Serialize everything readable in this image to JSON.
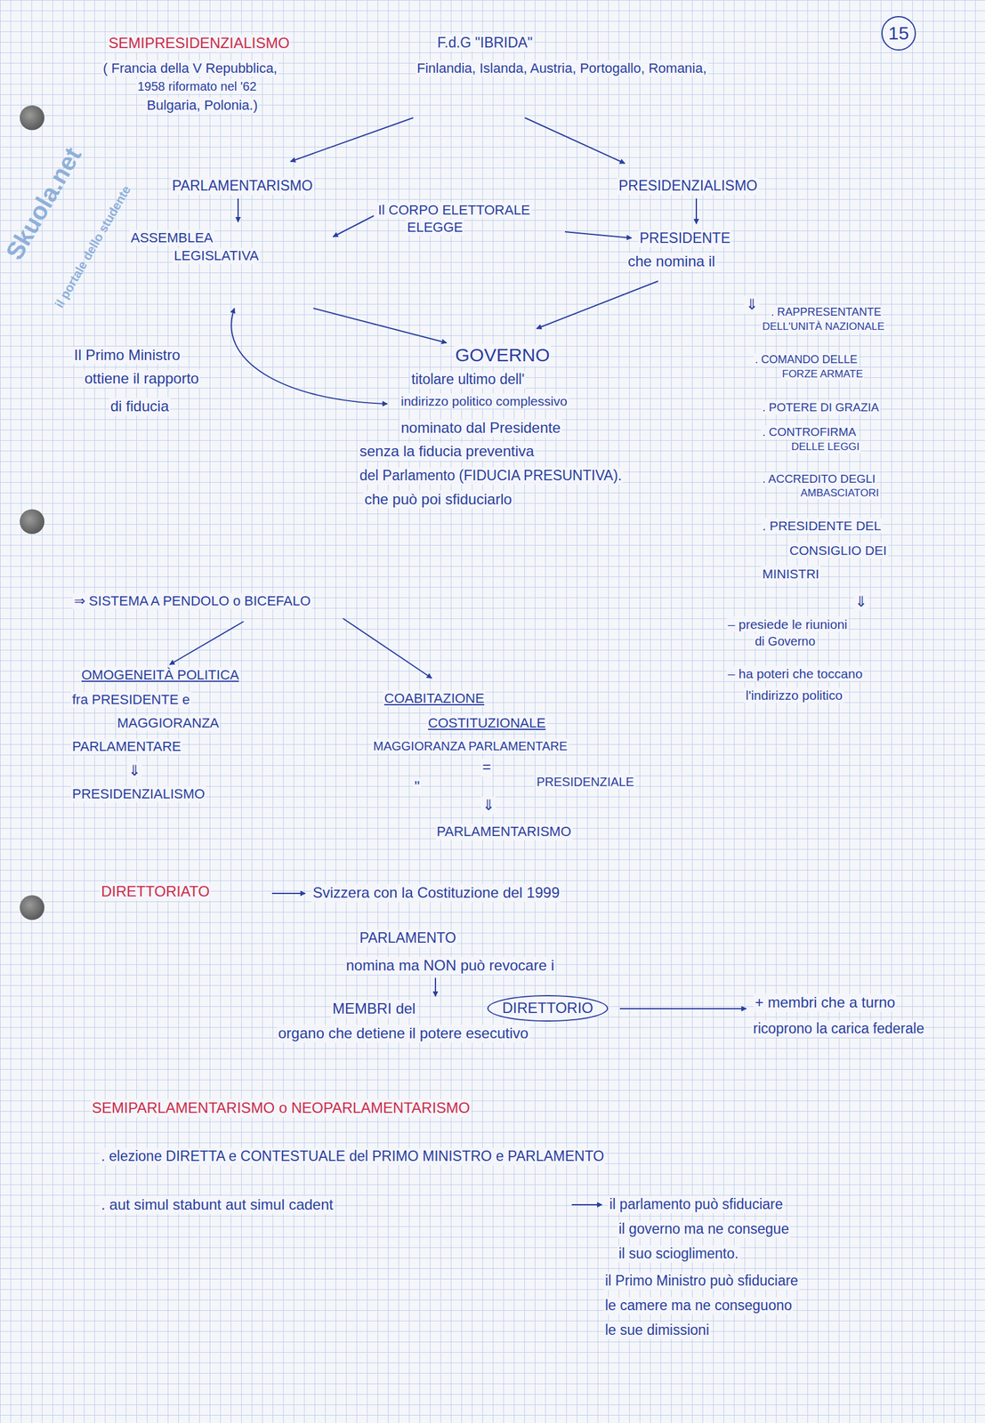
{
  "diagram": {
    "nodes": [
      {
        "text": [
          "15"
        ]
      },
      {
        "text": [
          "DIRETTORIO"
        ]
      }
    ],
    "labels": [
      "SEMIPRESIDENZIALISMO",
      "F.d.G \"IBRIDA\"",
      "( Francia della V Repubblica,",
      "Finlandia, Islanda, Austria, Portogallo, Romania,",
      "1958 riformato nel '62",
      "Bulgaria, Polonia.)",
      "Skuola.net",
      "il portale dello studente",
      "PARLAMENTARISMO",
      "PRESIDENZIALISMO",
      "ASSEMBLEA",
      "LEGISLATIVA",
      "Il CORPO ELETTORALE",
      "ELEGGE",
      "PRESIDENTE",
      "che nomina il",
      "Il Primo Ministro",
      "ottiene il rapporto",
      "di fiducia",
      "GOVERNO",
      "titolare ultimo dell'",
      "indirizzo politico complessivo",
      "nominato dal Presidente",
      "senza la fiducia preventiva",
      "del Parlamento (FIDUCIA PRESUNTIVA).",
      "che può poi sfiduciarlo",
      "⇓",
      ". RAPPRESENTANTE",
      "DELL'UNITÀ NAZIONALE",
      ". COMANDO DELLE",
      "FORZE ARMATE",
      ". POTERE DI GRAZIA",
      ". CONTROFIRMA",
      "DELLE LEGGI",
      ". ACCREDITO DEGLI",
      "AMBASCIATORI",
      ". PRESIDENTE DEL",
      "CONSIGLIO DEI",
      "MINISTRI",
      "⇓",
      "– presiede le riunioni",
      "di Governo",
      "– ha poteri che toccano",
      "l'indirizzo politico",
      "⇒ SISTEMA A PENDOLO o BICEFALO",
      "OMOGENEITÀ POLITICA",
      "fra PRESIDENTE e",
      "MAGGIORANZA",
      "PARLAMENTARE",
      "⇓",
      "PRESIDENZIALISMO",
      "COABITAZIONE",
      "COSTITUZIONALE",
      "MAGGIORANZA PARLAMENTARE",
      "=",
      "\"",
      "PRESIDENZIALE",
      "⇓",
      "PARLAMENTARISMO",
      "DIRETTORIATO",
      "Svizzera con la Costituzione del 1999",
      "PARLAMENTO",
      "nomina ma NON può revocare i",
      "MEMBRI del",
      "organo che detiene il potere esecutivo",
      "+ membri che a turno",
      "ricoprono la carica federale",
      "SEMIPARLAMENTARISMO o NEOPARLAMENTARISMO",
      ". elezione DIRETTA e CONTESTUALE del PRIMO MINISTRO e PARLAMENTO",
      ". aut simul stabunt aut simul cadent",
      "il parlamento può sfiduciare",
      "il governo ma ne consegue",
      "il suo scioglimento.",
      "il Primo Ministro può sfiduciare",
      "le camere ma ne conseguono",
      "le sue dimissioni"
    ]
  }
}
